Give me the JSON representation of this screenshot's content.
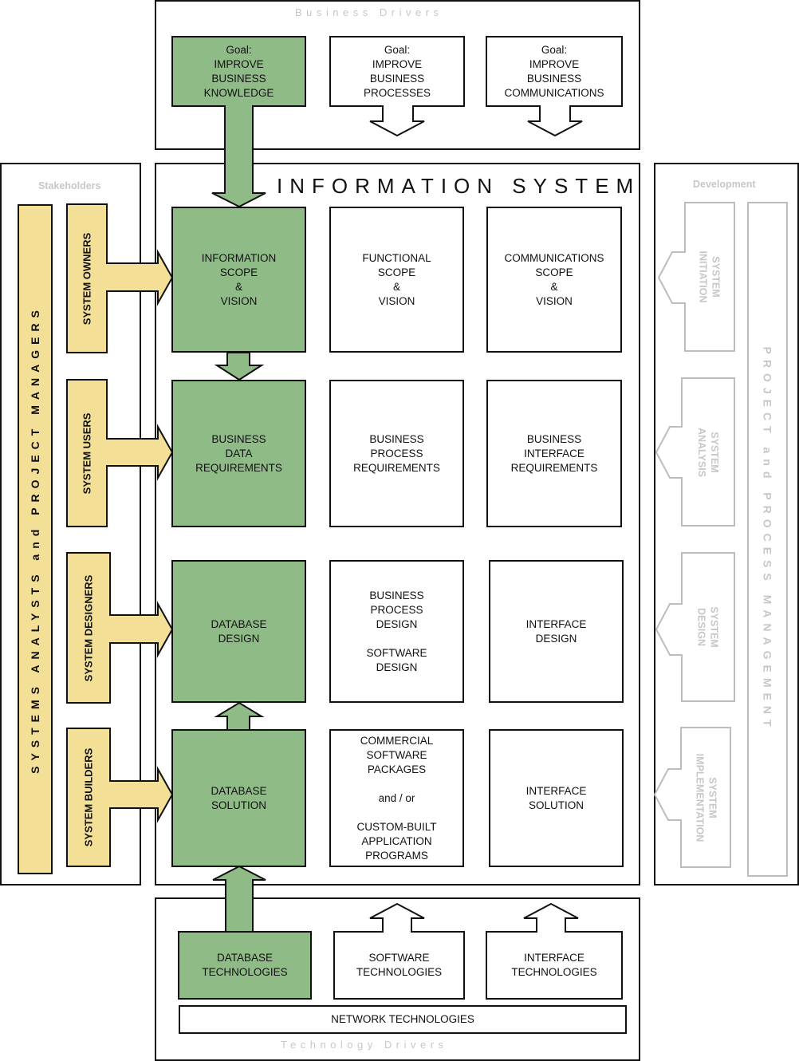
{
  "business_drivers": {
    "label": "Business Drivers",
    "goals": [
      "Goal:\nIMPROVE\nBUSINESS\nKNOWLEDGE",
      "Goal:\nIMPROVE\nBUSINESS\nPROCESSES",
      "Goal:\nIMPROVE\nBUSINESS\nCOMMUNICATIONS"
    ]
  },
  "information_system": {
    "title": "INFORMATION SYSTEM",
    "cells": {
      "info_scope": "INFORMATION\nSCOPE\n&\nVISION",
      "func_scope": "FUNCTIONAL\nSCOPE\n&\nVISION",
      "comm_scope": "COMMUNICATIONS\nSCOPE\n&\nVISION",
      "business_data_req": "BUSINESS\nDATA\nREQUIREMENTS",
      "business_process_req": "BUSINESS\nPROCESS\nREQUIREMENTS",
      "business_interface_req": "BUSINESS\nINTERFACE\nREQUIREMENTS",
      "database_design": "DATABASE\nDESIGN",
      "process_software_design": "BUSINESS\nPROCESS\nDESIGN\n\nSOFTWARE\nDESIGN",
      "interface_design": "INTERFACE\nDESIGN",
      "database_solution": "DATABASE\nSOLUTION",
      "commercial_software": "COMMERCIAL\nSOFTWARE\nPACKAGES\n\nand / or\n\nCUSTOM-BUILT\nAPPLICATION\nPROGRAMS",
      "interface_solution": "INTERFACE\nSOLUTION"
    }
  },
  "stakeholders": {
    "label": "Stakeholders",
    "analysts": "SYSTEMS ANALYSTS and PROJECT MANAGERS",
    "roles": [
      "SYSTEM OWNERS",
      "SYSTEM USERS",
      "SYSTEM DESIGNERS",
      "SYSTEM BUILDERS"
    ]
  },
  "development": {
    "label": "Development",
    "management": "PROJECT and PROCESS MANAGEMENT",
    "phases": [
      "SYSTEM\nINITIATION",
      "SYSTEM\nANALYSIS",
      "SYSTEM\nDESIGN",
      "SYSTEM\nIMPLEMENTATION"
    ]
  },
  "technology_drivers": {
    "label": "Technology Drivers",
    "technologies": [
      "DATABASE\nTECHNOLOGIES",
      "SOFTWARE\nTECHNOLOGIES",
      "INTERFACE\nTECHNOLOGIES"
    ],
    "network": "NETWORK TECHNOLOGIES"
  },
  "colors": {
    "green": "#8fbb87",
    "yellow": "#f3df95",
    "gray": "#c7c7c7"
  }
}
